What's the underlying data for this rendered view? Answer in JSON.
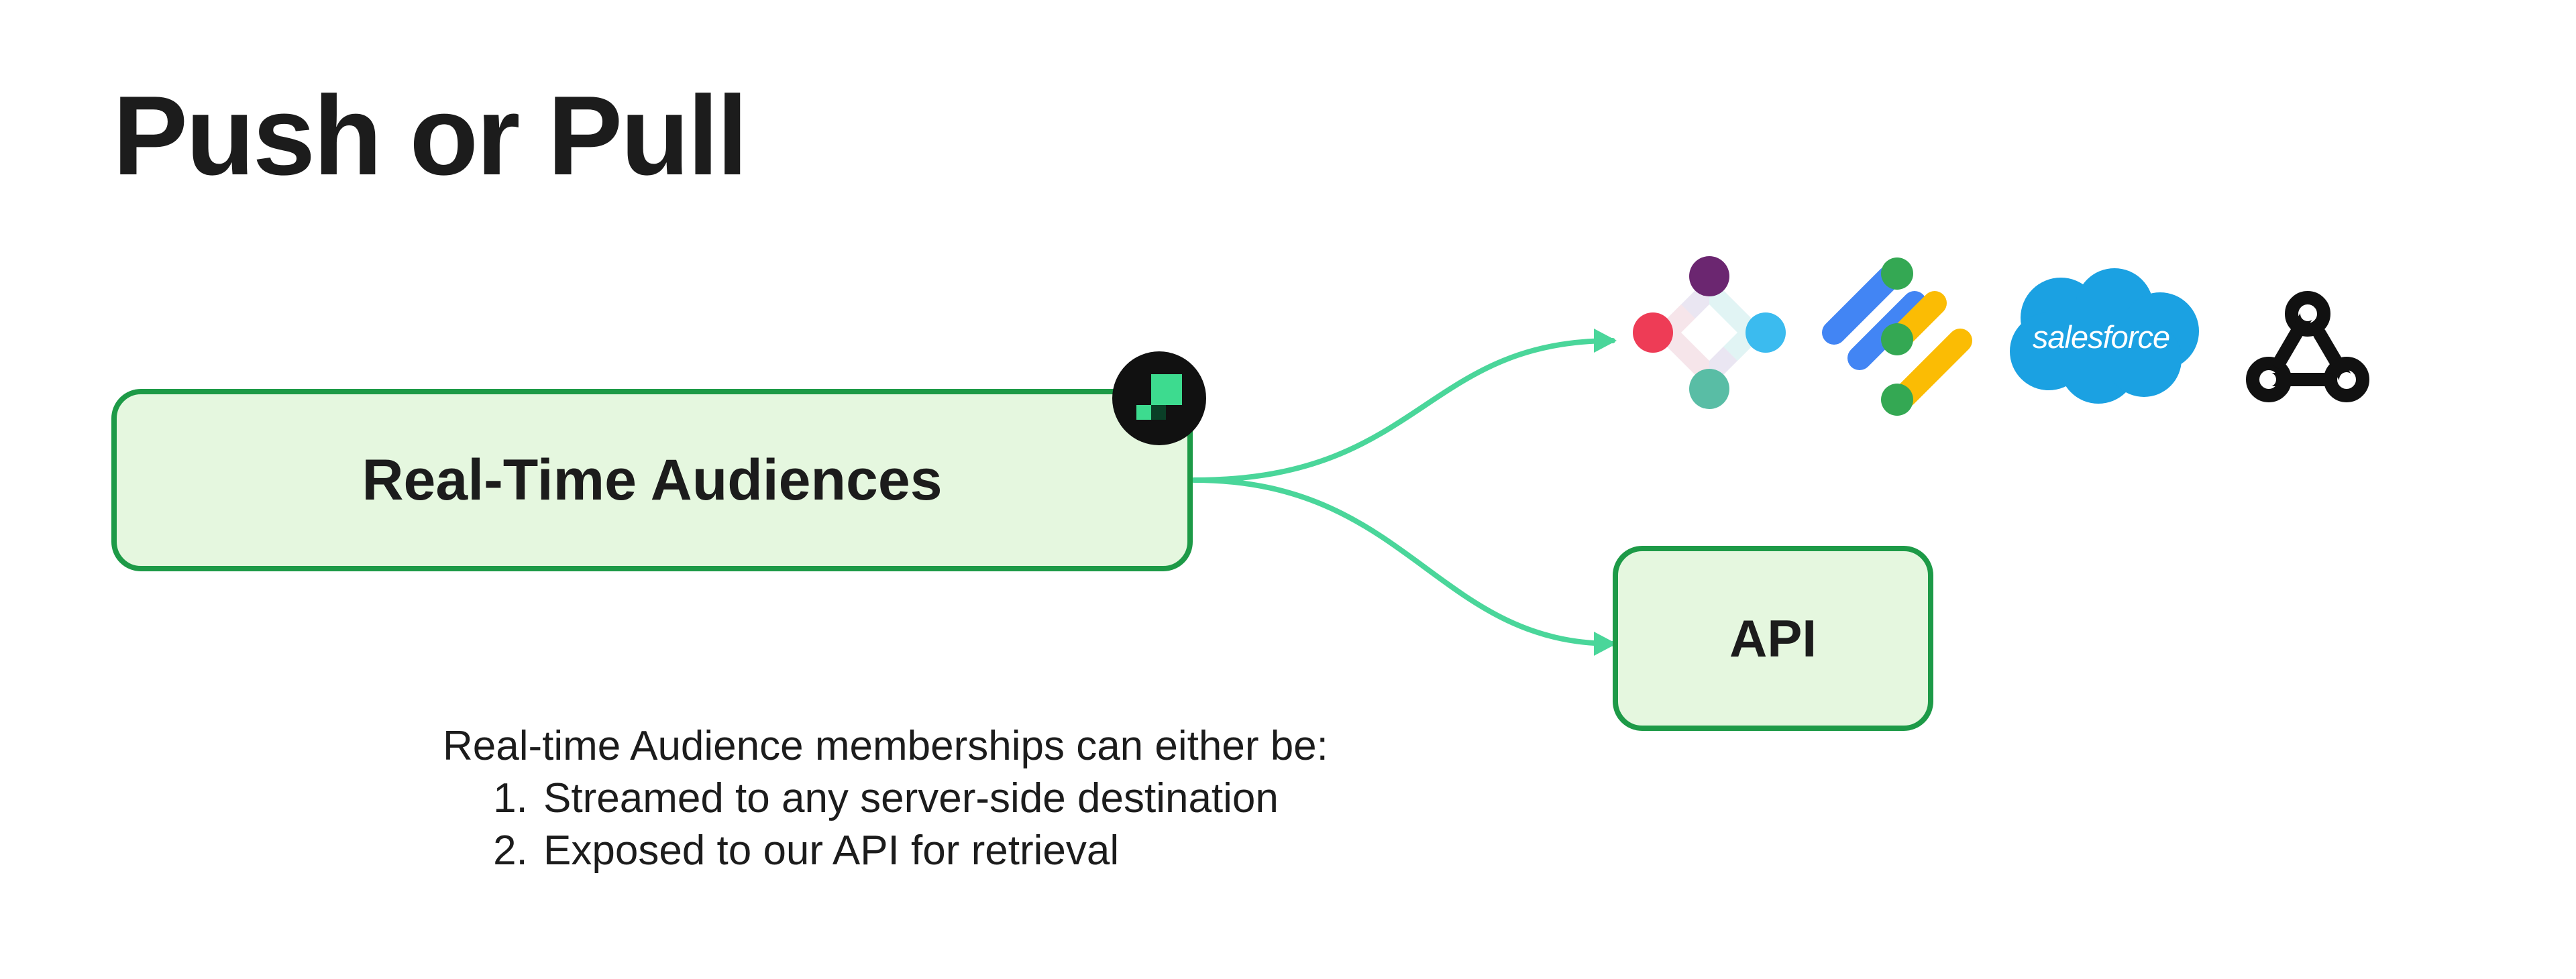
{
  "title": "Push or Pull",
  "nodes": {
    "main": "Real-Time Audiences",
    "api": "API"
  },
  "logos": {
    "salesforce": "salesforce"
  },
  "icons": [
    "app-badge-icon",
    "segment-logo-icon",
    "google-tag-manager-icon",
    "salesforce-logo-icon",
    "webhook-icon"
  ],
  "colors": {
    "node_border": "#1d9a47",
    "node_fill": "#e5f7df",
    "connector": "#4ad69a",
    "salesforce": "#1ba1e2"
  },
  "description": {
    "intro": "Real-time Audience memberships can either be:",
    "items": [
      "Streamed to any server-side destination",
      "Exposed to our API for retrieval"
    ]
  }
}
